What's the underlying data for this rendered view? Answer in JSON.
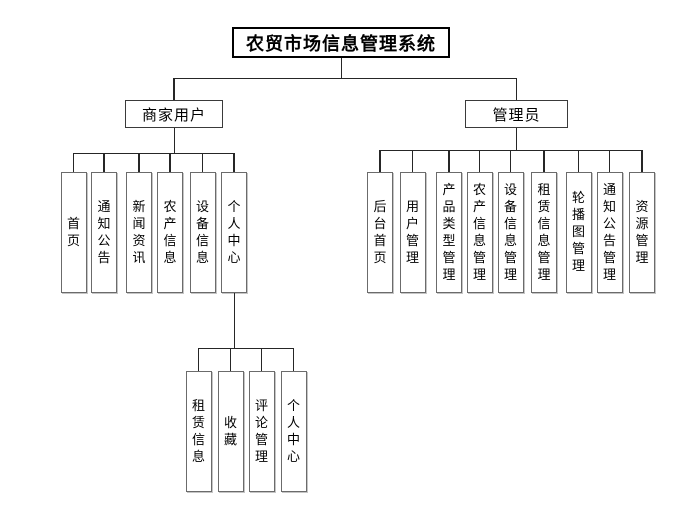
{
  "diagram": {
    "title": "农贸市场信息管理系统",
    "merchant": {
      "label": "商家用户",
      "items": [
        "首页",
        "通知公告",
        "新闻资讯",
        "农产信息",
        "设备信息",
        "个人中心"
      ]
    },
    "admin": {
      "label": "管理员",
      "items": [
        "后台首页",
        "用户管理",
        "产品类型管理",
        "农产信息管理",
        "设备信息管理",
        "租赁信息管理",
        "轮播图管理",
        "通知公告管理",
        "资源管理"
      ]
    },
    "personal_center_children": [
      "租赁信息",
      "收藏",
      "评论管理",
      "个人中心"
    ]
  }
}
